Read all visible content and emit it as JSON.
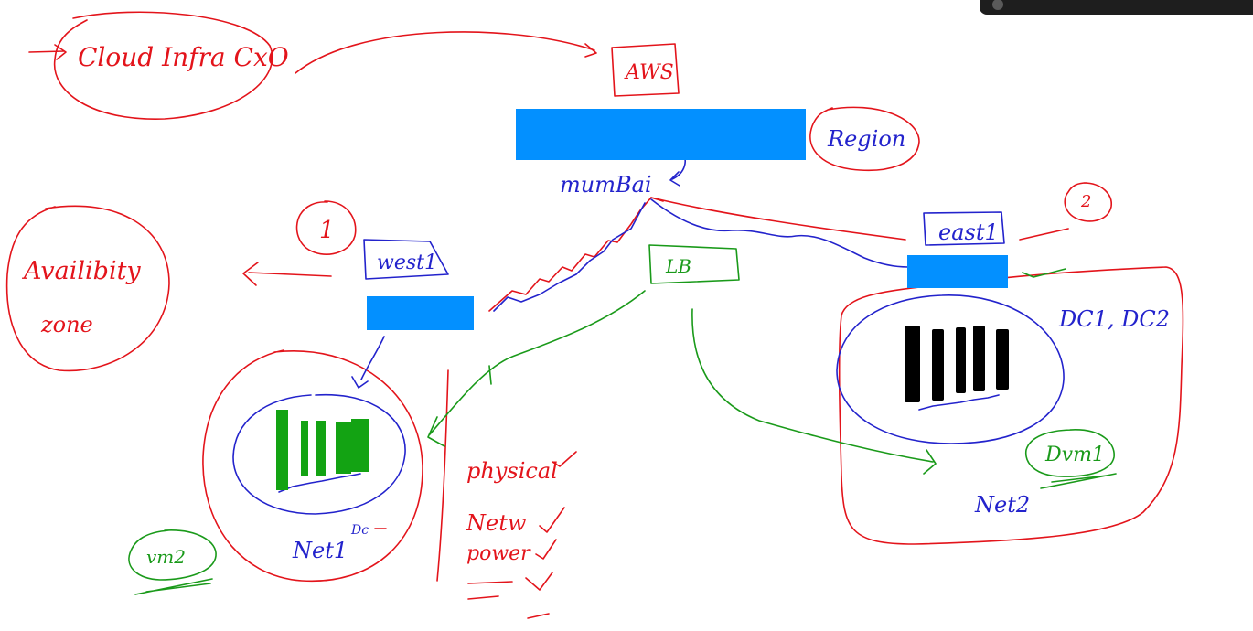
{
  "colors": {
    "ink_red": "#e3141b",
    "ink_blue": "#2323cc",
    "ink_green": "#1a9a1a",
    "fill_blue": "#0390ff",
    "fill_green": "#13a313",
    "fill_black": "#000000"
  },
  "labels": {
    "title": "Cloud Infra CxO",
    "aws": "AWS",
    "region": "Region",
    "mumbai": "mumBai",
    "availability_zone_line1": "Availibity",
    "availability_zone_line2": "zone",
    "az_number_1": "1",
    "az_number_2": "2",
    "west1": "west1",
    "east1": "east1",
    "lb": "LB",
    "dc_pair": "DC1, DC2",
    "vm1": "Dvm1",
    "vm2": "vm2",
    "net1": "Net1",
    "net1_suffix": "Dc",
    "net2": "Net2",
    "physical": "physical",
    "network": "Netw",
    "power": "power"
  }
}
